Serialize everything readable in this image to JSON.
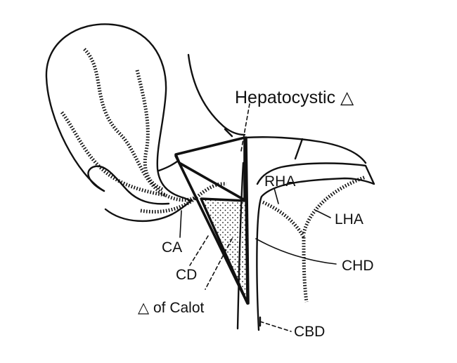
{
  "labels": {
    "hepatocystic": "Hepatocystic △",
    "rha": "RHA",
    "lha": "LHA",
    "ca": "CA",
    "cd": "CD",
    "chd": "CHD",
    "calot": "△ of Calot",
    "cbd": "CBD"
  },
  "colors": {
    "ink": "#111111",
    "paper": "#ffffff"
  }
}
